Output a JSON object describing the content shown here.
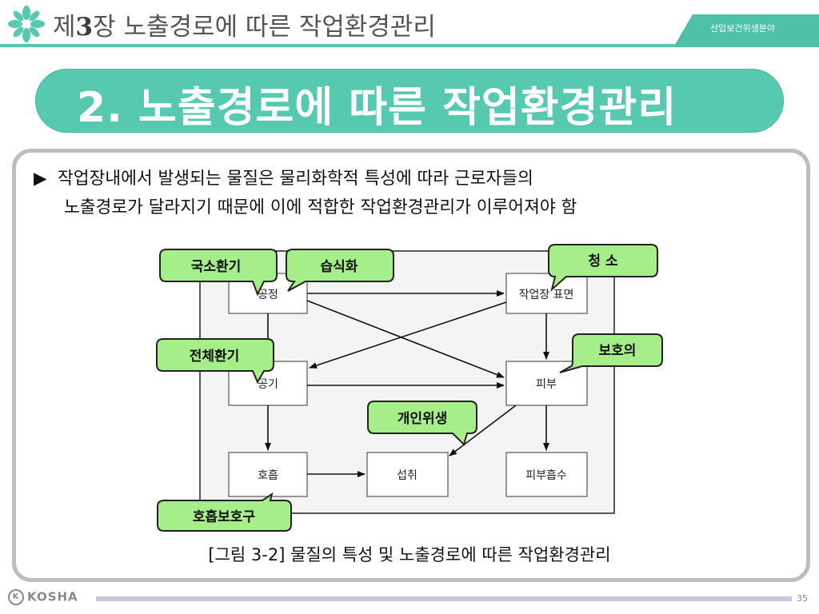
{
  "header": {
    "title_prefix": "제",
    "title_num": "3",
    "title_suffix": "장 노출경로에 따른 작업환경관리",
    "tag": "산업보건위생분야",
    "colors": {
      "accent": "#57c9b1",
      "band": "#4fc0a9",
      "logo": "#57c9b1"
    },
    "icon": "pinwheel-logo-icon"
  },
  "section_title": "2. 노출경로에 따른 작업환경관리",
  "bullet": {
    "marker": "▶",
    "line1": "작업장내에서 발생되는 물질은 물리화학적 특성에 따라 근로자들의",
    "line2": "노출경로가 달라지기 때문에 이에 적합한 작업환경관리가 이루어져야 함"
  },
  "diagram": {
    "nodes": {
      "process": "공정",
      "workplace_surface": "작업장 표면",
      "air": "공기",
      "skin": "피부",
      "respiration": "호흡",
      "ingestion": "섭취",
      "skin_absorption": "피부흡수"
    },
    "callouts": {
      "local_ventilation": "국소환기",
      "wet_method": "습식화",
      "cleaning": "청  소",
      "general_ventilation": "전체환기",
      "protective_clothing": "보호의",
      "personal_hygiene": "개인위생",
      "respirator": "호흡보호구"
    },
    "callout_color": "#a6ee8a"
  },
  "caption": "[그림 3-2] 물질의 특성 및 노출경로에 따른 작업환경관리",
  "footer": {
    "logo": "KOSHA",
    "logo_icon": "kosha-circle-icon",
    "page": "35"
  }
}
